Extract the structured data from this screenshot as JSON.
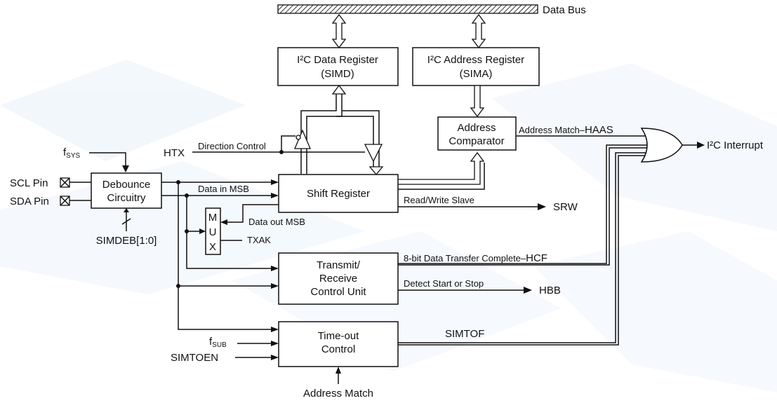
{
  "diagram": {
    "data_bus": "Data Bus",
    "blocks": {
      "simd_title": "I²C Data Register",
      "simd_sub": "(SIMD)",
      "sima_title": "I²C Address Register",
      "sima_sub": "(SIMA)",
      "comparator_1": "Address",
      "comparator_2": "Comparator",
      "debounce_1": "Debounce",
      "debounce_2": "Circuitry",
      "shift": "Shift Register",
      "mux_1": "M",
      "mux_2": "U",
      "mux_3": "X",
      "trx_1": "Transmit/",
      "trx_2": "Receive",
      "trx_3": "Control Unit",
      "timeout_1": "Time-out",
      "timeout_2": "Control"
    },
    "signals": {
      "fsys_main": "f",
      "fsys_sub": "SYS",
      "scl": "SCL Pin",
      "sda": "SDA Pin",
      "simdeb": "SIMDEB[1:0]",
      "htx": "HTX",
      "direction_control": "Direction Control",
      "data_in_msb": "Data in MSB",
      "data_out_msb": "Data out MSB",
      "txak": "TXAK",
      "address_match_haas_pre": "Address Match–",
      "address_match_haas_flag": "HAAS",
      "read_write_slave": "Read/Write Slave",
      "srw": "SRW",
      "transfer_complete_pre": "8-bit Data Transfer Complete–",
      "transfer_complete_flag": "HCF",
      "detect_start_stop": "Detect Start or Stop",
      "hbb": "HBB",
      "simtof": "SIMTOF",
      "fsub_main": "f",
      "fsub_sub": "SUB",
      "simtoen": "SIMTOEN",
      "address_match": "Address Match",
      "interrupt": "I²C Interrupt"
    }
  }
}
